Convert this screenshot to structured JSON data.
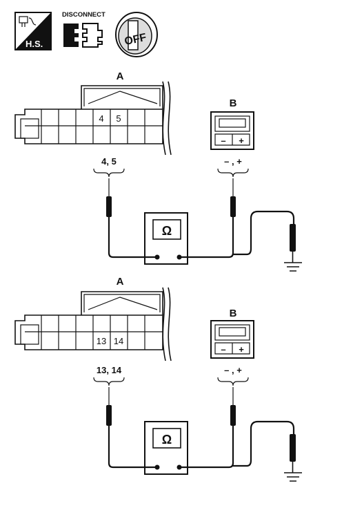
{
  "header": {
    "hs_label": "H.S.",
    "disconnect_label": "DISCONNECT",
    "off_label": "OFF"
  },
  "panels": [
    {
      "connector_label": "A",
      "unit_label": "B",
      "pins_text": [
        "4",
        "5"
      ],
      "pins_callout": "4, 5",
      "unit_callout": "– , +",
      "unit_minus": "–",
      "unit_plus": "+",
      "meter_symbol": "Ω"
    },
    {
      "connector_label": "A",
      "unit_label": "B",
      "pins_text": [
        "13",
        "14"
      ],
      "pins_callout": "13, 14",
      "unit_callout": "– , +",
      "unit_minus": "–",
      "unit_plus": "+",
      "meter_symbol": "Ω"
    }
  ]
}
